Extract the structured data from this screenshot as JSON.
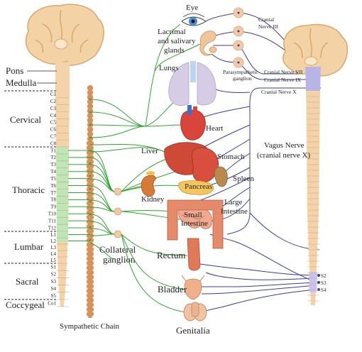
{
  "colors": {
    "sympathetic": "#2fa52f",
    "parasympathetic": "#3b3b9c",
    "brain": "#f3d2a6",
    "brain_outline": "#d9a86c",
    "cord": "#f4d3ab",
    "cord_para": "#b9b4e6",
    "chain": "#d9915a",
    "ganglion_fill": "#f2c9a8"
  },
  "regions": {
    "pons": "Pons",
    "medulla": "Medulla",
    "cervical": "Cervical",
    "thoracic": "Thoracic",
    "lumbar": "Lumbar",
    "sacral": "Sacral",
    "coccygeal": "Coccygeal"
  },
  "segments": {
    "cervical": [
      "C1",
      "C2",
      "C3",
      "C4",
      "C5",
      "C6",
      "C7",
      "C8"
    ],
    "thoracic": [
      "T1",
      "T2",
      "T3",
      "T4",
      "T5",
      "T6",
      "T7",
      "T8",
      "T9",
      "T10",
      "T11",
      "T12"
    ],
    "lumbar": [
      "L1",
      "L2",
      "L3",
      "L4",
      "L5"
    ],
    "sacral": [
      "S1",
      "S2",
      "S3",
      "S4",
      "S5"
    ],
    "coccygeal": [
      "Co1"
    ],
    "right_sacral": [
      "S2",
      "S3",
      "S4"
    ]
  },
  "organs": {
    "eye": "Eye",
    "lacrimal_1": "Lacrimal",
    "lacrimal_2": "and salivary",
    "lacrimal_3": "glands",
    "lungs": "Lungs",
    "heart": "Heart",
    "liver": "Liver",
    "stomach": "Stomach",
    "spleen": "Spleen",
    "pancreas": "Pancreas",
    "kidney": "Kidney",
    "large_intestine_1": "Large",
    "large_intestine_2": "Intestine",
    "small_intestine_1": "Small",
    "small_intestine_2": "Intestine",
    "rectum": "Rectum",
    "bladder": "Bladder",
    "genitalia": "Genitalia"
  },
  "nerves": {
    "cn3_1": "Cranial",
    "cn3_2": "Nerve III",
    "cn7": "Cranial Nerve VII",
    "cn9": "Cranial Nerve IX",
    "cn10": "Cranial Nerve X",
    "para_ganglion_1": "Parasympathetic",
    "para_ganglion_2": "ganglion",
    "vagus_1": "Vagus Nerve",
    "vagus_2": "(cranial nerve X)"
  },
  "chain": {
    "collateral_1": "Collateral",
    "collateral_2": "ganglion",
    "sympathetic_chain": "Sympathetic Chain"
  }
}
